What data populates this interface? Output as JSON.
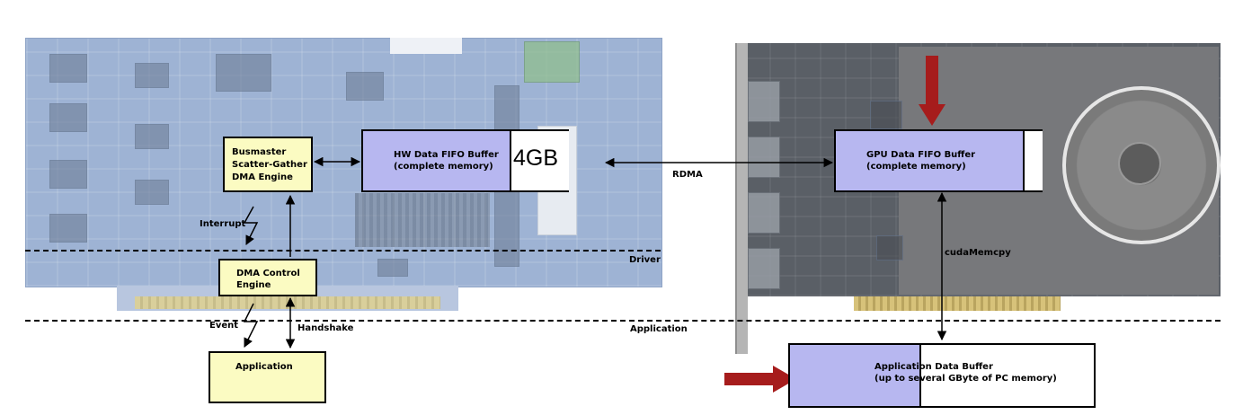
{
  "boxes": {
    "busmaster": [
      "Busmaster",
      "Scatter-Gather",
      "DMA Engine"
    ],
    "hw_fifo": [
      "HW Data FIFO Buffer",
      "(complete memory)"
    ],
    "hw_size": "4GB",
    "gpu_fifo": [
      "GPU Data FIFO Buffer",
      "(complete memory)"
    ],
    "dma_control": [
      "DMA Control",
      "Engine"
    ],
    "application": "Application",
    "app_buffer": [
      "Application Data Buffer",
      "(up to several GByte of PC memory)"
    ]
  },
  "labels": {
    "rdma": "RDMA",
    "interrupt": "Interrupt",
    "driver": "Driver",
    "event": "Event",
    "handshake": "Handshake",
    "application_layer": "Application",
    "cuda_memcpy": "cudaMemcpy"
  },
  "colors": {
    "box_yellow": "#fbfbc2",
    "buffer_purple": "#b7b7f0",
    "indicator_red": "#a61c1c"
  }
}
